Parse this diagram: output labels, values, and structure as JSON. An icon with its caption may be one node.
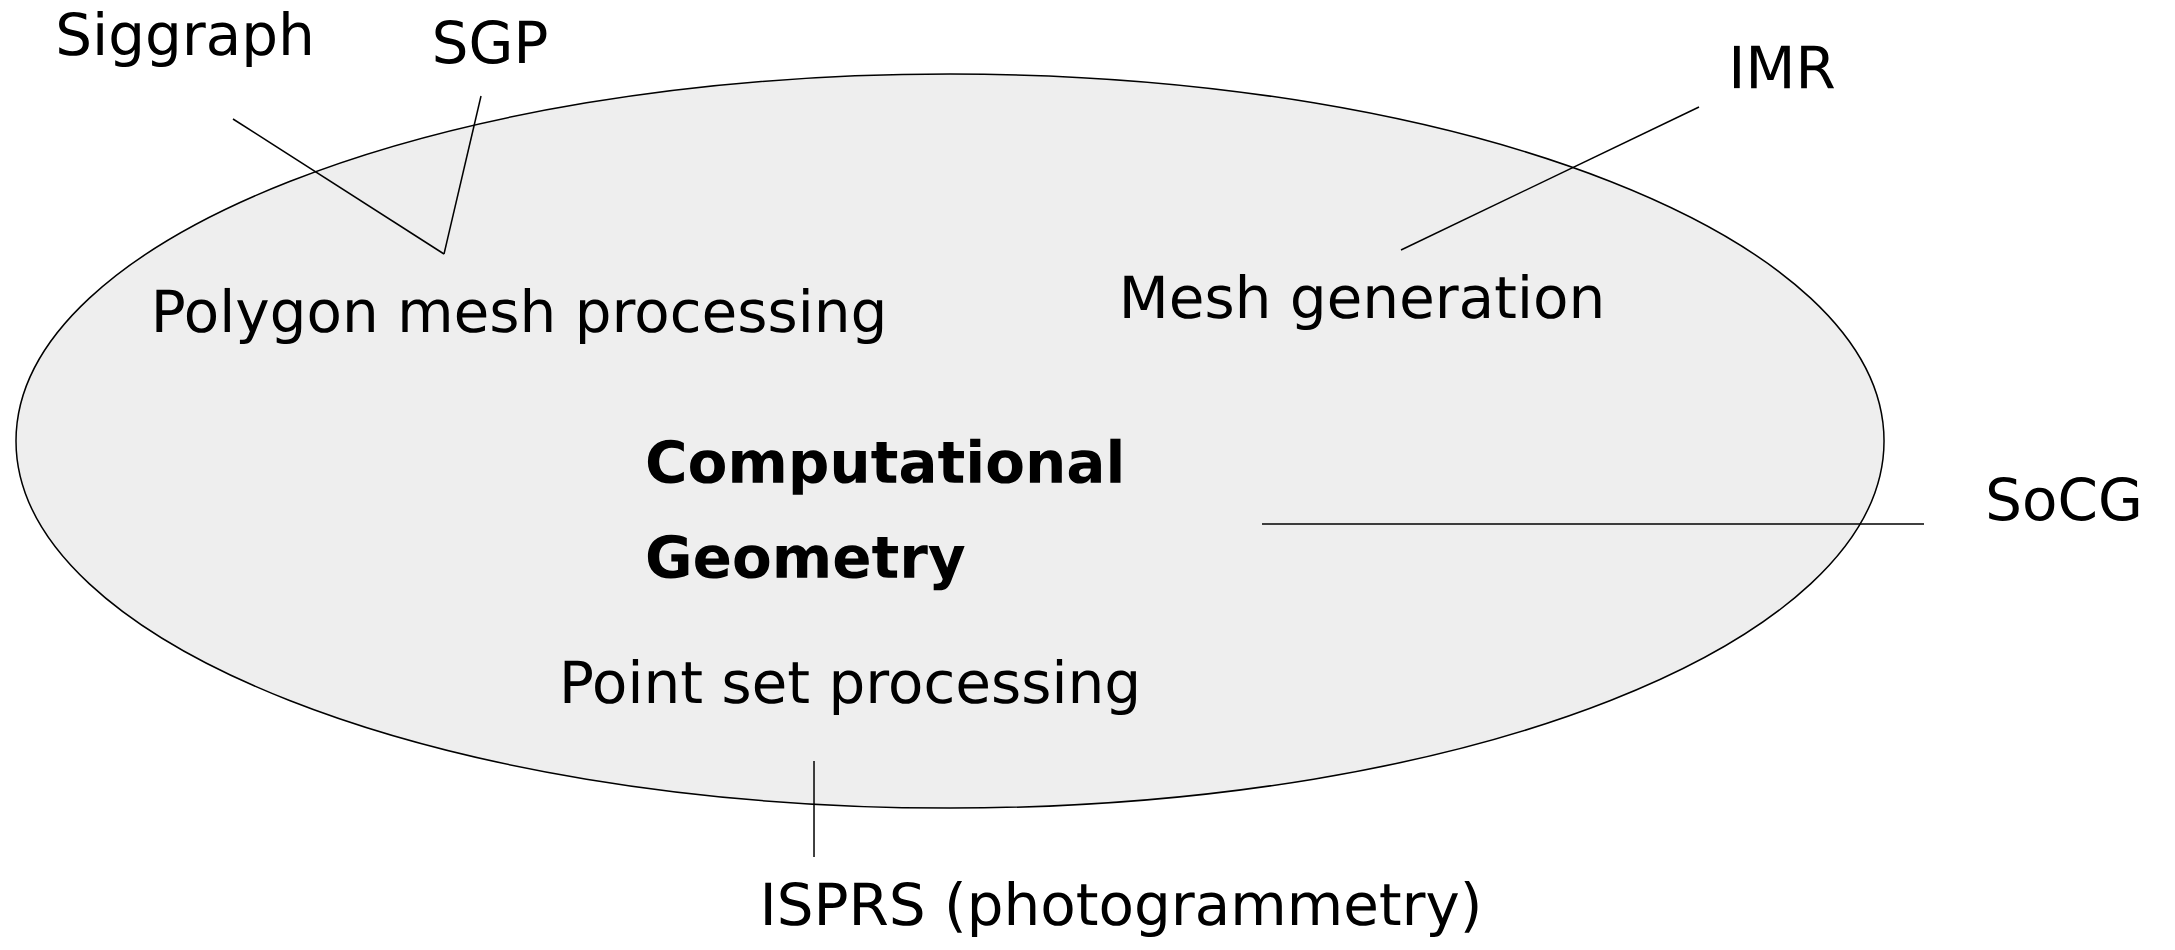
{
  "diagram": {
    "nodes": [
      {
        "text": [
          "Computational Geometry"
        ]
      },
      {
        "text": [
          "Polygon mesh processing"
        ],
        "in": 0
      },
      {
        "text": [
          "Mesh generation"
        ],
        "in": 0
      },
      {
        "text": [
          "Point set processing"
        ],
        "in": 0
      },
      {
        "text": [
          "Siggraph"
        ]
      },
      {
        "text": [
          "SGP"
        ]
      },
      {
        "text": [
          "IMR"
        ]
      },
      {
        "text": [
          "SoCG"
        ]
      },
      {
        "text": [
          "ISPRS (photogrammetry)"
        ]
      }
    ],
    "edges": [
      {
        "from": 4,
        "to": 1,
        "arrow": "none"
      },
      {
        "from": 5,
        "to": 1,
        "arrow": "none"
      },
      {
        "from": 6,
        "to": 2,
        "arrow": "none"
      },
      {
        "from": 7,
        "to": 0,
        "arrow": "none"
      },
      {
        "from": 8,
        "to": 3,
        "arrow": "none"
      }
    ]
  }
}
